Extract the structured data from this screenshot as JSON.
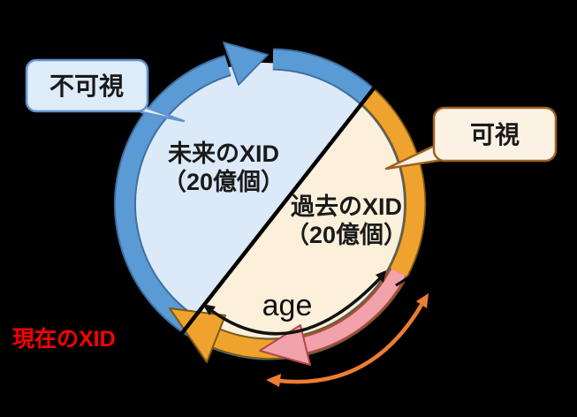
{
  "colors": {
    "background": "#000000",
    "future_fill": "#DCE9F8",
    "past_fill": "#FCF0DB",
    "disc_outline": "#A6A6A6",
    "blue_arrow": "#5B9BD5",
    "blue_arrow_edge": "#3E6FA3",
    "orange_arrow": "#F0A22E",
    "orange_arrow_edge": "#7A5A10",
    "pink_arrow": "#F2A2AA",
    "pink_arrow_edge": "#B04848",
    "accent_arrow": "#ED7D31",
    "divider": "#000000",
    "current_xid_text": "#FF0000",
    "invisible_callout_fill": "#DEEBF8",
    "invisible_callout_border": "#6293CE",
    "visible_callout_fill": "#FCF2E3",
    "visible_callout_border": "#A0601F"
  },
  "callouts": {
    "invisible": {
      "label": "不可視"
    },
    "visible": {
      "label": "可視"
    }
  },
  "segments": {
    "future": {
      "line1": "未来のXID",
      "line2": "（20億個）"
    },
    "past": {
      "line1": "過去のXID",
      "line2": "（20億個）"
    }
  },
  "labels": {
    "age": "age",
    "current_xid": "現在のXID"
  }
}
